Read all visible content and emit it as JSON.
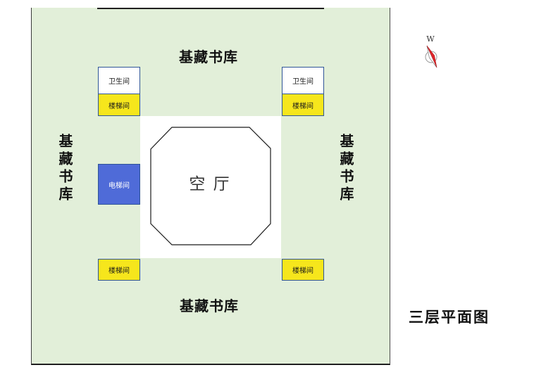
{
  "plan": {
    "title": "三层平面图",
    "hall_label": "空 厅",
    "stacks": {
      "top": "基藏书库",
      "bottom": "基藏书库",
      "left": "基藏书库",
      "right": "基藏书库"
    },
    "rooms": {
      "top_left_restroom": "卫生间",
      "top_left_stairs": "楼梯间",
      "top_right_restroom": "卫生间",
      "top_right_stairs": "楼梯间",
      "elevator": "电梯间",
      "bottom_left_stairs": "楼梯间",
      "bottom_right_stairs": "楼梯间"
    }
  },
  "compass": {
    "label": "W",
    "icon": "compass-icon"
  },
  "colors": {
    "floor": "#e2efd9",
    "restroom": "#ffffff",
    "stairs": "#f6e61c",
    "elevator": "#4f6bd8",
    "room_border": "#2f5597",
    "needle": "#e0262b"
  }
}
